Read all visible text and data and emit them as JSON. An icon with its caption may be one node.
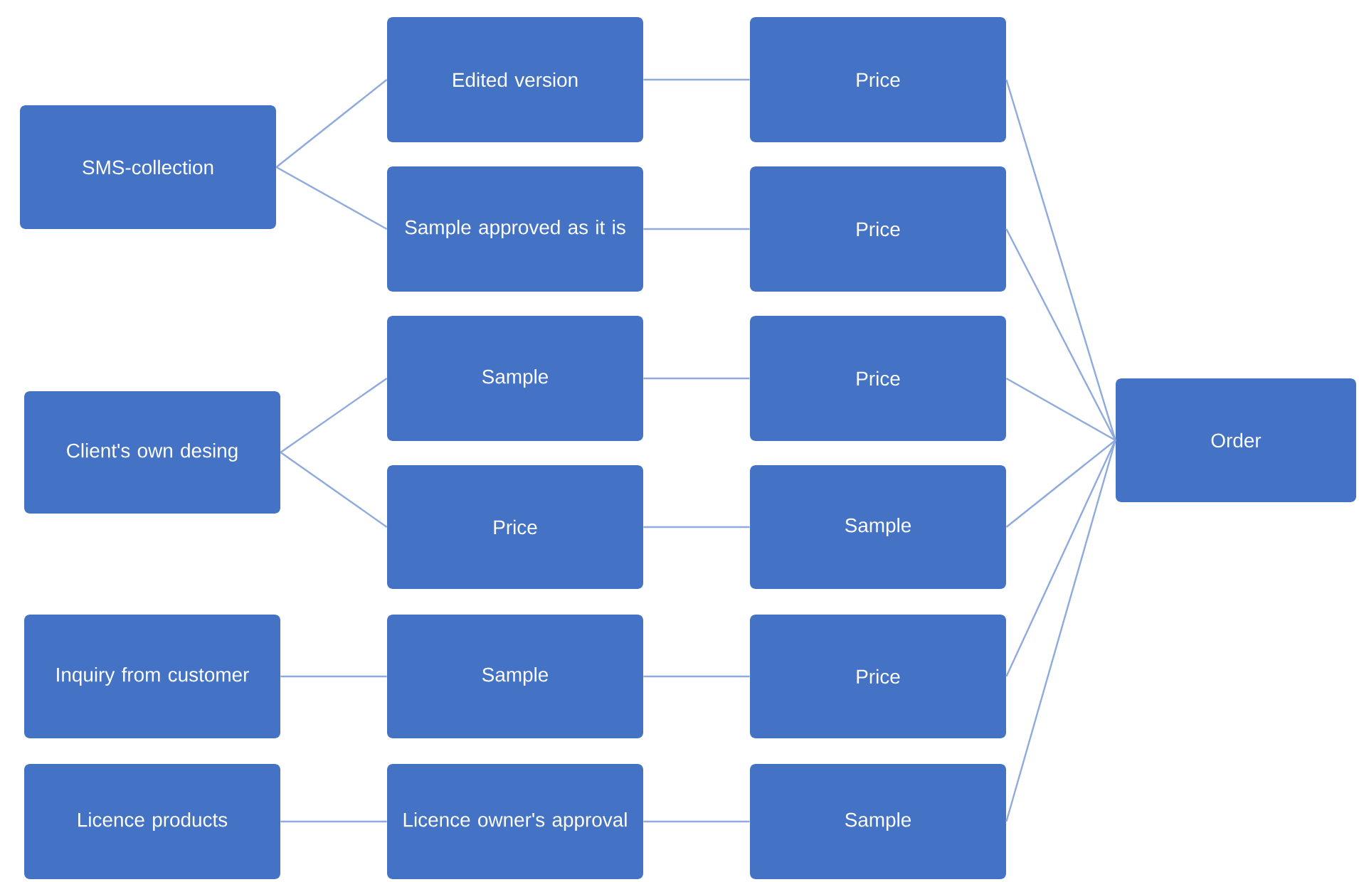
{
  "diagram": {
    "nodes": [
      {
        "text": [
          "SMS-collection"
        ]
      },
      {
        "text": [
          "Edited version"
        ]
      },
      {
        "text": [
          "Sample approved as it is"
        ]
      },
      {
        "text": [
          "Price"
        ]
      },
      {
        "text": [
          "Price"
        ]
      },
      {
        "text": [
          "Client's own desing"
        ]
      },
      {
        "text": [
          "Sample"
        ]
      },
      {
        "text": [
          "Price"
        ]
      },
      {
        "text": [
          "Price"
        ]
      },
      {
        "text": [
          "Sample"
        ]
      },
      {
        "text": [
          "Inquiry from customer"
        ]
      },
      {
        "text": [
          "Sample"
        ]
      },
      {
        "text": [
          "Price"
        ]
      },
      {
        "text": [
          "Licence products"
        ]
      },
      {
        "text": [
          "Licence owner's approval"
        ]
      },
      {
        "text": [
          "Sample"
        ]
      },
      {
        "text": [
          "Order"
        ]
      }
    ],
    "edges": [
      {
        "from": 0,
        "to": 1,
        "arrow": "none"
      },
      {
        "from": 0,
        "to": 2,
        "arrow": "none"
      },
      {
        "from": 1,
        "to": 3,
        "arrow": "none"
      },
      {
        "from": 2,
        "to": 4,
        "arrow": "none"
      },
      {
        "from": 5,
        "to": 6,
        "arrow": "none"
      },
      {
        "from": 5,
        "to": 7,
        "arrow": "none"
      },
      {
        "from": 6,
        "to": 8,
        "arrow": "none"
      },
      {
        "from": 7,
        "to": 9,
        "arrow": "none"
      },
      {
        "from": 10,
        "to": 11,
        "arrow": "none"
      },
      {
        "from": 11,
        "to": 12,
        "arrow": "none"
      },
      {
        "from": 13,
        "to": 14,
        "arrow": "none"
      },
      {
        "from": 14,
        "to": 15,
        "arrow": "none"
      },
      {
        "from": 3,
        "to": 16,
        "arrow": "none"
      },
      {
        "from": 4,
        "to": 16,
        "arrow": "none"
      },
      {
        "from": 8,
        "to": 16,
        "arrow": "none"
      },
      {
        "from": 9,
        "to": 16,
        "arrow": "none"
      },
      {
        "from": 12,
        "to": 16,
        "arrow": "none"
      },
      {
        "from": 15,
        "to": 16,
        "arrow": "none"
      }
    ]
  }
}
